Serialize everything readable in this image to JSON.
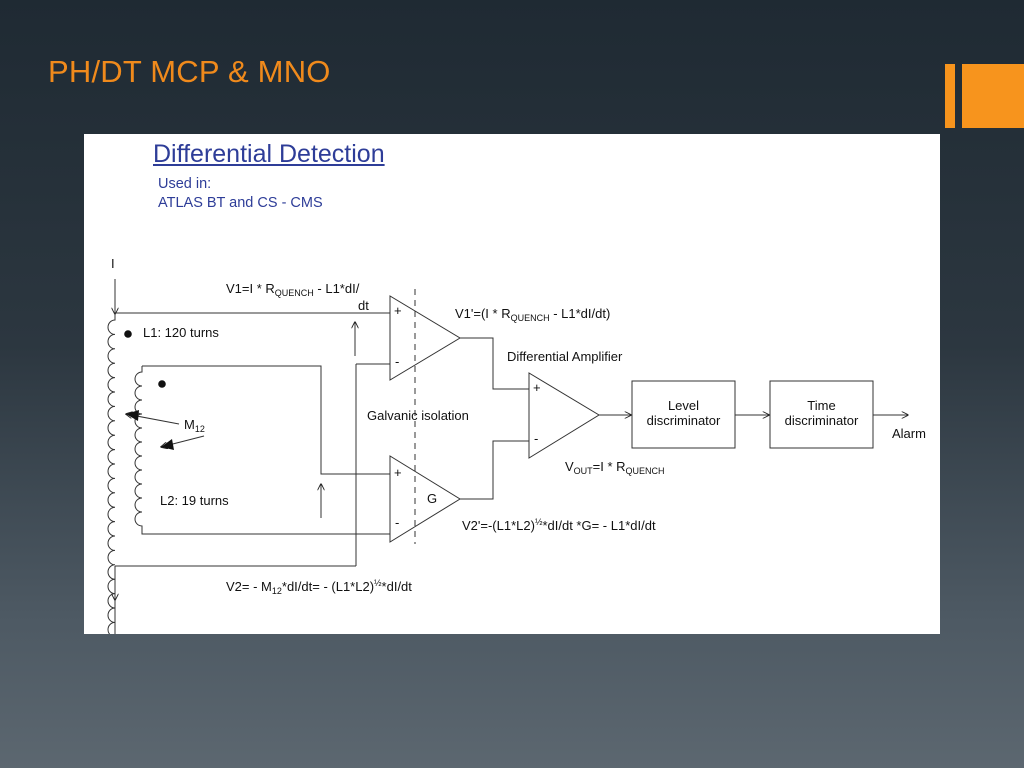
{
  "slide": {
    "title": "PH/DT  MCP & MNO",
    "accent_color": "#f7941d",
    "title_color": "#f08a1c"
  },
  "diagram": {
    "heading": "Differential Detection",
    "used_in_line1": "Used in:",
    "used_in_line2": "ATLAS BT and CS - CMS",
    "current_label": "I",
    "coil1_label": "L1: 120 turns",
    "coil2_label": "L2: 19 turns",
    "mutual": {
      "main": "M",
      "sub": "12"
    },
    "v1": {
      "a": "V1=I * R",
      "sub": "QUENCH",
      "b": " - L1*dI/",
      "line2": "dt"
    },
    "v1p": {
      "a": "V1'=(I * R",
      "sub": "QUENCH",
      "b": " - L1*dI/dt)"
    },
    "diff_amp_label": "Differential Amplifier",
    "galvanic_label": "Galvanic isolation",
    "gain_label": "G",
    "plus_sign": "+",
    "minus_sign": "-",
    "vout": {
      "a": "V",
      "sub1": "OUT",
      "b": "=I * R",
      "sub2": "QUENCH"
    },
    "v2p": {
      "a": "V2'=-(L1*L2)",
      "sup": "½",
      "b": "*dI/dt *G= - L1*dI/dt"
    },
    "v2": {
      "a": "V2= - M",
      "sub": "12",
      "b": "*dI/dt= - (L1*L2)",
      "sup": "½",
      "c": "*dI/dt"
    },
    "level_disc": {
      "line1": "Level",
      "line2": "discriminator"
    },
    "time_disc": {
      "line1": "Time",
      "line2": "discriminator"
    },
    "output_label": "Alarm",
    "heading_color": "#2e3d98"
  }
}
